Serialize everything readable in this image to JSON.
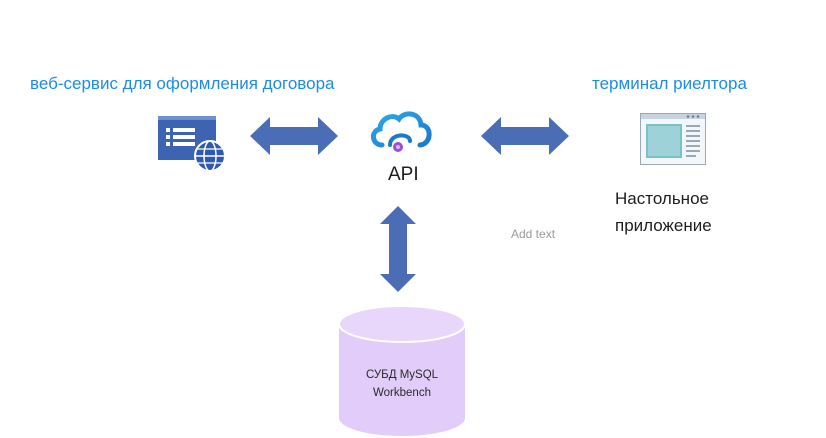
{
  "labels": {
    "web_service": "веб-сервис для оформления договора",
    "realtor_terminal": "терминал риелтора",
    "api": "API",
    "desktop_app_line1": "Настольное",
    "desktop_app_line2": "приложение",
    "add_text": "Add text",
    "db_line1": "СУБД MySQL",
    "db_line2": "Workbench"
  },
  "colors": {
    "accent_text": "#1a8cf0",
    "arrow": "#4a6db5",
    "db_fill": "#e2ccfa"
  },
  "icons": {
    "web_service": "web-browser-globe-icon",
    "api": "cloud-api-icon",
    "terminal": "desktop-window-icon",
    "database": "database-cylinder-icon"
  }
}
